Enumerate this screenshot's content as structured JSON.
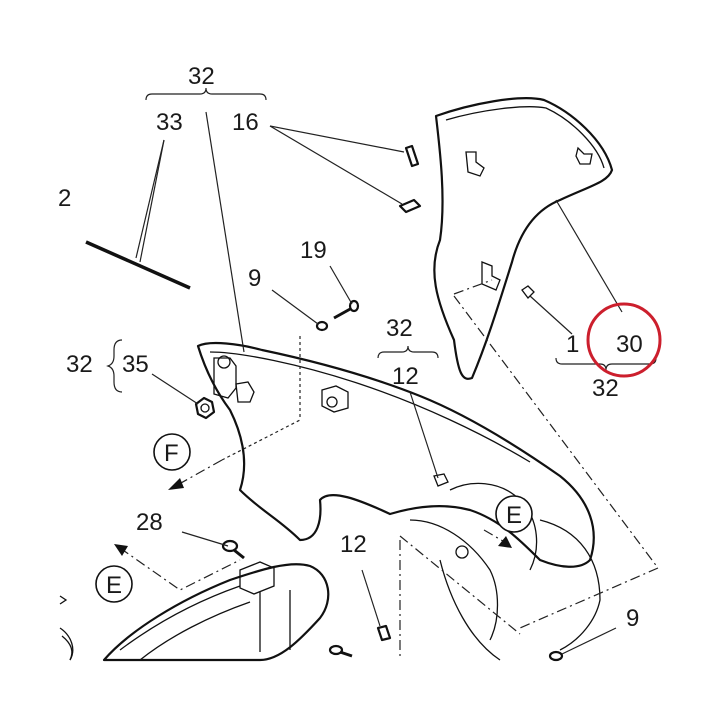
{
  "labels": {
    "callout_32_top": "32",
    "callout_33": "33",
    "callout_16": "16",
    "callout_2": "2",
    "callout_19": "19",
    "callout_9_top": "9",
    "callout_32_left": "32",
    "callout_35": "35",
    "callout_32_mid": "32",
    "callout_12_mid": "12",
    "callout_1": "1",
    "callout_30": "30",
    "callout_32_right": "32",
    "callout_28": "28",
    "callout_12_low": "12",
    "callout_9_low": "9",
    "view_f": "F",
    "view_e_center": "E",
    "view_e_left": "E"
  },
  "colors": {
    "highlight": "#cc1f2d",
    "ink": "#111111"
  }
}
